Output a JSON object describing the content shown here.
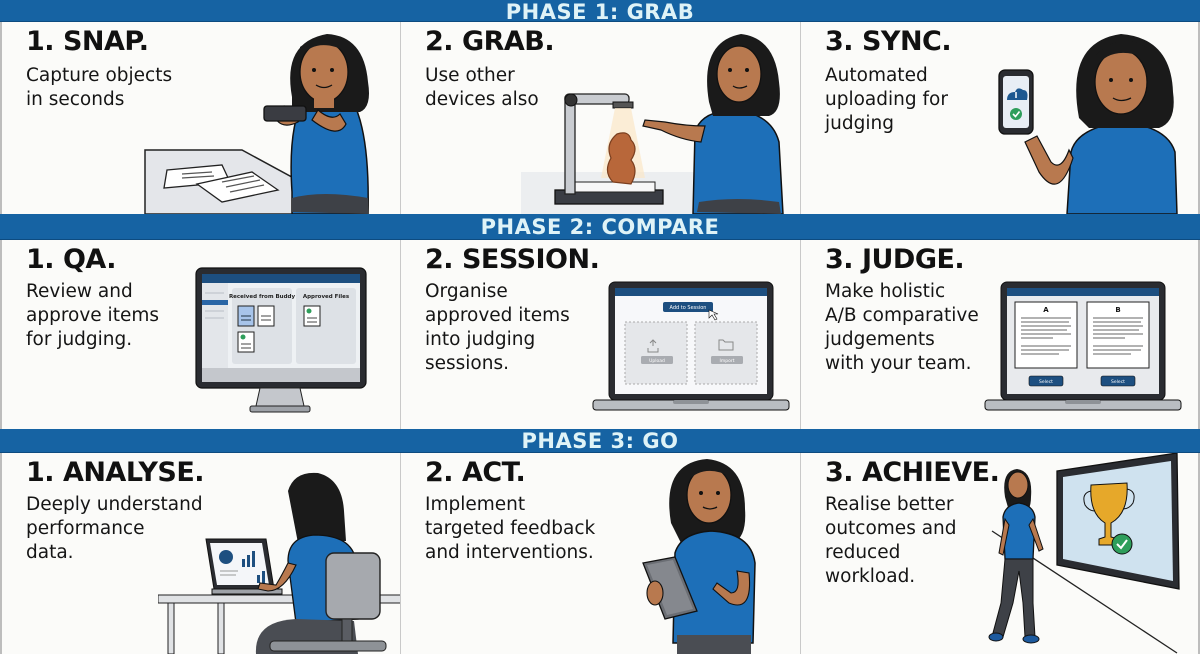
{
  "phases": [
    {
      "label": "PHASE 1: GRAB",
      "steps": [
        {
          "title": "1. SNAP.",
          "description": "Capture objects\nin seconds",
          "illustration": "person-photographing-documents-with-phone"
        },
        {
          "title": "2. GRAB.",
          "description": "Use other\ndevices also",
          "illustration": "person-pointing-at-document-camera-scanning-object"
        },
        {
          "title": "3. SYNC.",
          "description": "Automated\nuploading for\njudging",
          "illustration": "person-holding-phone-with-cloud-upload-and-check"
        }
      ]
    },
    {
      "label": "PHASE 2: COMPARE",
      "steps": [
        {
          "title": "1. QA.",
          "description": "Review and\napprove items\nfor judging.",
          "illustration": "desktop-monitor-review-screen",
          "screen": {
            "left_panel_title": "Received from Buddy",
            "right_panel_title": "Approved Files"
          }
        },
        {
          "title": "2. SESSION.",
          "description": "Organise\napproved items\ninto judging\nsessions.",
          "illustration": "laptop-session-organiser",
          "screen": {
            "top_button": "Add to Session",
            "drop_zone_1_button": "Upload",
            "drop_zone_2_button": "Import"
          }
        },
        {
          "title": "3. JUDGE.",
          "description": "Make holistic\nA/B comparative\njudgements\nwith your team.",
          "illustration": "laptop-ab-comparison",
          "screen": {
            "doc_a_label": "A",
            "doc_b_label": "B",
            "button_a": "Select",
            "button_b": "Select"
          }
        }
      ]
    },
    {
      "label": "PHASE 3: GO",
      "steps": [
        {
          "title": "1. ANALYSE.",
          "description": "Deeply understand\nperformance\ndata.",
          "illustration": "person-at-desk-viewing-charts-on-laptop"
        },
        {
          "title": "2. ACT.",
          "description": "Implement\ntargeted feedback\nand interventions.",
          "illustration": "person-using-tablet"
        },
        {
          "title": "3. ACHIEVE.",
          "description": "Realise better\noutcomes and\nreduced\nworkload.",
          "illustration": "person-walking-past-screen-with-trophy-and-check"
        }
      ]
    }
  ],
  "colors": {
    "band_blue": "#1663a3",
    "band_text": "#dff3f7",
    "shirt_blue": "#1d6fb8",
    "skin": "#b8794f",
    "hair": "#1a1a1a",
    "check_green": "#2e9e5b",
    "trophy_gold": "#e6a82a",
    "object_clay": "#b8673a"
  }
}
